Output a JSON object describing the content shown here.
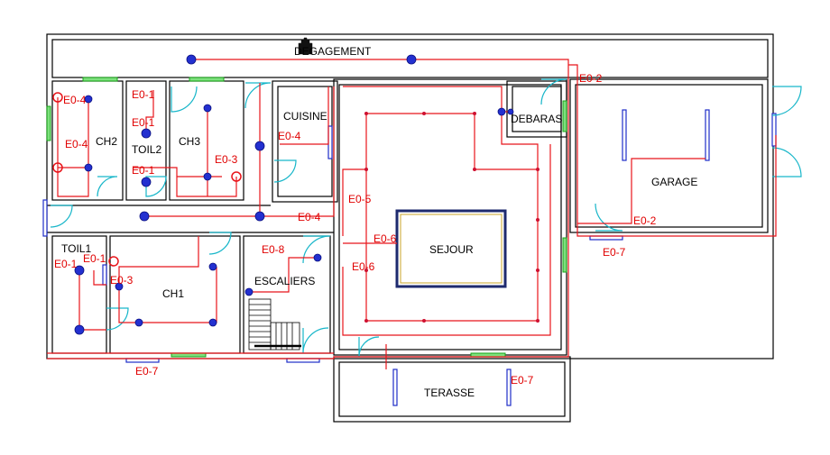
{
  "plan": {
    "rooms": {
      "degagement": "DEGAGEMENT",
      "ch2": "CH2",
      "toil2": "TOIL2",
      "ch3": "CH3",
      "cuisine": "CUISINE",
      "debaras": "DEBARAS",
      "garage": "GARAGE",
      "sejour": "SEJOUR",
      "toil1": "TOIL1",
      "ch1": "CH1",
      "escaliers": "ESCALIERS",
      "terasse": "TERASSE"
    },
    "circuits": {
      "e04": "E0-4",
      "e01": "E0-1",
      "e03": "E0-3",
      "e02": "E0-2",
      "e05": "E0-5",
      "e06": "E0-6",
      "e07": "E0-7",
      "e08": "E0-8"
    },
    "colors": {
      "wall": "#000000",
      "wiring": "#e8141a",
      "window": "#7ee07e",
      "door_swing": "#17b6c9",
      "fixture": "#2330d0",
      "label": "#e00000"
    }
  }
}
